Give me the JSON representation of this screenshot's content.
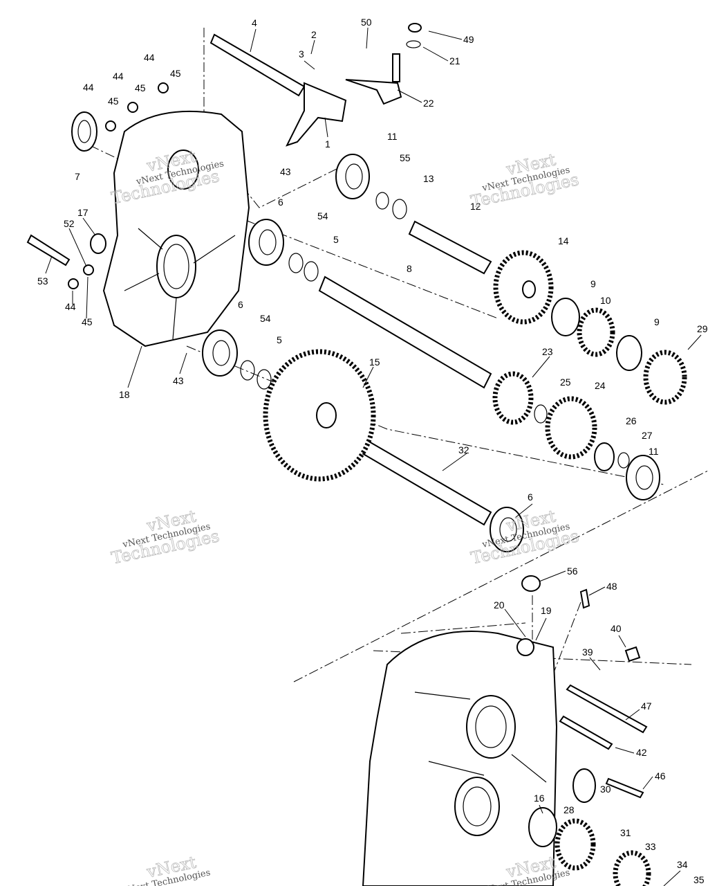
{
  "diagram": {
    "type": "exploded parts diagram",
    "callouts": [
      "4",
      "2",
      "50",
      "49",
      "21",
      "3",
      "22",
      "1",
      "44",
      "45",
      "44",
      "45",
      "44",
      "45",
      "7",
      "11",
      "55",
      "13",
      "43",
      "12",
      "6",
      "54",
      "5",
      "17",
      "52",
      "53",
      "44",
      "45",
      "14",
      "8",
      "9",
      "10",
      "9",
      "29",
      "6",
      "54",
      "5",
      "23",
      "15",
      "25",
      "24",
      "18",
      "43",
      "26",
      "27",
      "11",
      "32",
      "6",
      "56",
      "48",
      "20",
      "19",
      "40",
      "39",
      "47",
      "42",
      "46",
      "16",
      "28",
      "30",
      "31",
      "33",
      "34",
      "35"
    ],
    "watermark": {
      "brand": "vNext",
      "text": "vNext Technologies",
      "sub": "Technologies"
    }
  }
}
